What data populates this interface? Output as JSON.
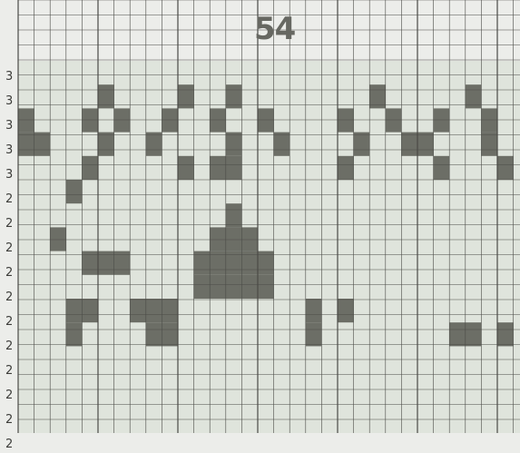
{
  "chart_title": "54",
  "row_labels": [
    "3",
    "3",
    "3",
    "3",
    "3",
    "2",
    "2",
    "2",
    "2",
    "2",
    "2",
    "2",
    "2",
    "2",
    "2",
    "2"
  ],
  "colors": {
    "paper": "#ecedea",
    "grid_line": "#4a4a46",
    "filled_band": "#dfe4dc",
    "stitch": "#6c6e66"
  },
  "pattern": [
    "0000000000000000000000000000000",
    "0000010000100100000000100000100",
    "1000101001001001000010010010010",
    "1100010010000100100001001100010",
    "0000100000101100000010000010001",
    "0001000000000000000000000000000",
    "0000000000000100000000000000000",
    "0010000000001110000000000000000",
    "0000111000011111000000000000000",
    "0000000000011111000000000000000",
    "0001100111000000001010000000000",
    "0001000011000000001000000001101",
    "0000000000000000000000000000000",
    "0000000000000000000000000000000",
    "0000000000000000000000000000000",
    "0000000000000000000000000000000"
  ]
}
